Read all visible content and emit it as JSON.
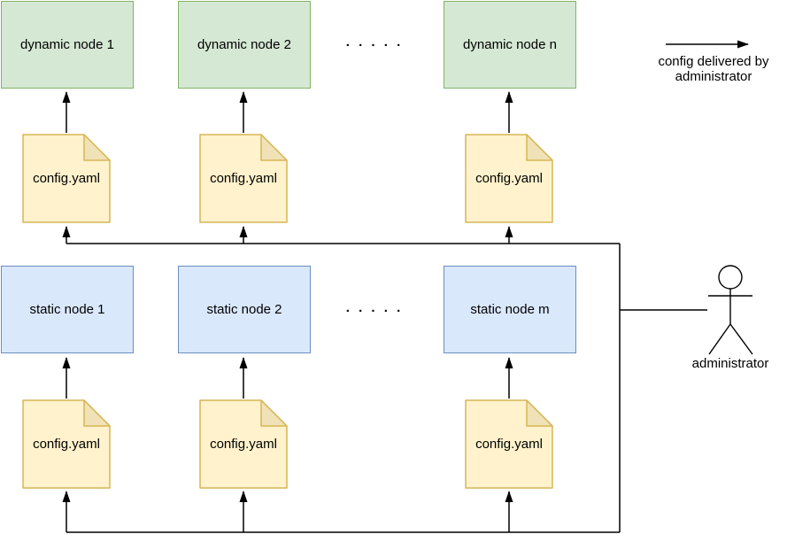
{
  "colors": {
    "dynamic_node_fill": "#d5e8d4",
    "dynamic_node_border": "#82b366",
    "static_node_fill": "#dae8fc",
    "static_node_border": "#6c8ebf",
    "config_file_fill": "#fff2cc",
    "config_file_fold_fill": "#f0e2b6",
    "config_file_border": "#d6b656",
    "edge_color": "#000000",
    "text_color": "#000000",
    "background": "#ffffff"
  },
  "dynamic_row": {
    "nodes": [
      {
        "label": "dynamic node 1"
      },
      {
        "label": "dynamic node 2"
      },
      {
        "label": "dynamic node n"
      }
    ],
    "ellipsis": ". . . . ."
  },
  "static_row": {
    "nodes": [
      {
        "label": "static node 1"
      },
      {
        "label": "static node 2"
      },
      {
        "label": "static node m"
      }
    ],
    "ellipsis": ". . . . ."
  },
  "dynamic_configs": [
    {
      "label": "config.yaml"
    },
    {
      "label": "config.yaml"
    },
    {
      "label": "config.yaml"
    }
  ],
  "static_configs": [
    {
      "label": "config.yaml"
    },
    {
      "label": "config.yaml"
    },
    {
      "label": "config.yaml"
    }
  ],
  "legend": {
    "label": "config delivered by administrator"
  },
  "actor": {
    "label": "administrator"
  }
}
